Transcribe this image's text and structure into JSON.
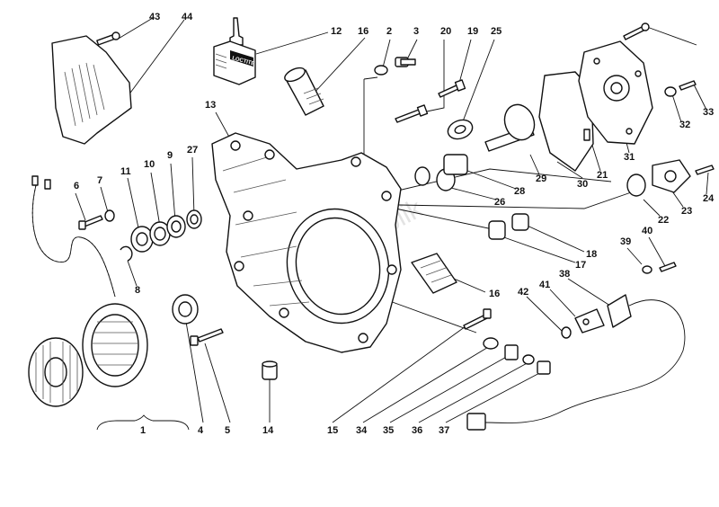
{
  "diagram": {
    "watermark": "Parts Republik",
    "bottle_label": "LOCTITE",
    "callouts": [
      "43",
      "44",
      "12",
      "16",
      "2",
      "3",
      "20",
      "19",
      "25",
      "13",
      "6",
      "7",
      "11",
      "10",
      "9",
      "27",
      "8",
      "32",
      "33",
      "21",
      "31",
      "30",
      "29",
      "28",
      "26",
      "22",
      "23",
      "24",
      "18",
      "17",
      "39",
      "40",
      "38",
      "41",
      "42",
      "16",
      "1",
      "4",
      "5",
      "14",
      "15",
      "34",
      "35",
      "36",
      "37"
    ]
  }
}
